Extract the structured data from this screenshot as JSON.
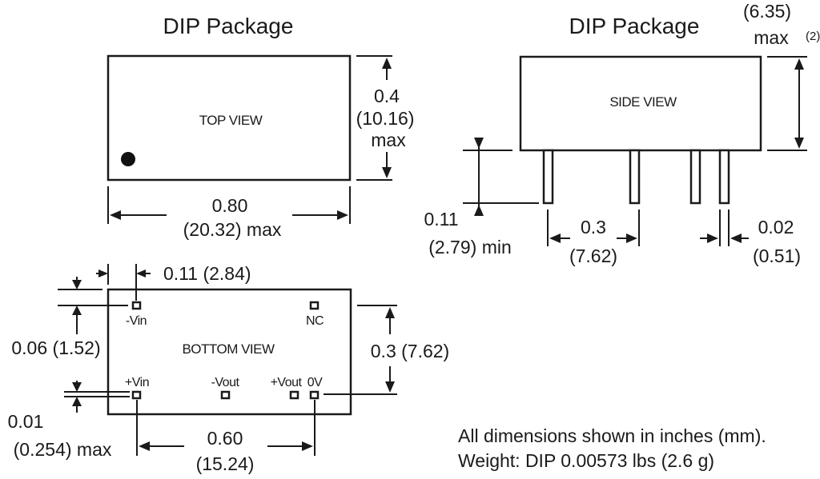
{
  "top": {
    "title": "DIP Package",
    "view_label": "TOP VIEW",
    "height_dim": [
      "0.4",
      "(10.16)",
      "max"
    ],
    "width_dim": [
      "0.80",
      "(20.32) max"
    ]
  },
  "side": {
    "title": "DIP Package",
    "view_label": "SIDE VIEW",
    "height_dim_value": "(6.35)",
    "height_dim_max": "max",
    "height_dim_note": "(2)",
    "pin_length_dim": [
      "0.11",
      "(2.79) min"
    ],
    "pin_pitch_dim": [
      "0.3",
      "(7.62)"
    ],
    "pin_width_dim": [
      "0.02",
      "(0.51)"
    ]
  },
  "bottom": {
    "view_label": "BOTTOM VIEW",
    "pin_offset_dim": "0.11 (2.84)",
    "pin_row_dim": "0.06 (1.52)",
    "height_dim": "0.3 (7.62)",
    "pin_size_dim": [
      "0.01",
      "(0.254) max"
    ],
    "pin_span_dim": [
      "0.60",
      "(15.24)"
    ],
    "pins": {
      "vin_neg": "-Vin",
      "nc": "NC",
      "vin_pos": "+Vin",
      "vout_neg": "-Vout",
      "vout_pos": "+Vout",
      "zero_v": "0V"
    }
  },
  "notes": {
    "units": "All dimensions shown in inches (mm).",
    "weight": "Weight: DIP 0.00573 lbs (2.6 g)"
  }
}
